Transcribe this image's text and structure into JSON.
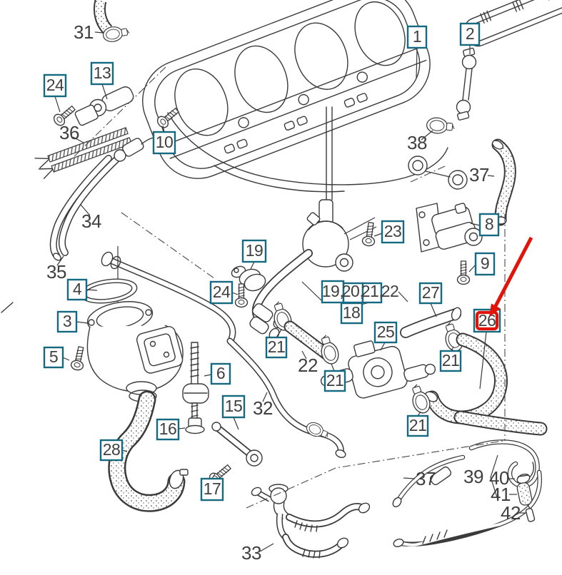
{
  "diagram": {
    "type": "exploded-parts-diagram",
    "subject": "engine intake manifold with throttle body, vacuum and breather hoses",
    "background": "#ffffff",
    "line_color": "#3a3a3a",
    "callout_box_color": "#156a82",
    "number_color": "#3f3f3f",
    "highlight": {
      "part": "26",
      "color": "#e01408",
      "marker": "red arrow pointing at boxed part number 26"
    }
  },
  "callouts": {
    "c1": {
      "label": "1"
    },
    "c2": {
      "label": "2"
    },
    "c3": {
      "label": "3"
    },
    "c4": {
      "label": "4"
    },
    "c5": {
      "label": "5"
    },
    "c6": {
      "label": "6"
    },
    "c8": {
      "label": "8"
    },
    "c9": {
      "label": "9"
    },
    "c10": {
      "label": "10"
    },
    "c13": {
      "label": "13"
    },
    "c15": {
      "label": "15"
    },
    "c16": {
      "label": "16"
    },
    "c17": {
      "label": "17"
    },
    "c18": {
      "label": "18"
    },
    "c19": {
      "label": "19"
    },
    "c21a": {
      "label": "21"
    },
    "c21b": {
      "label": "21"
    },
    "c21c": {
      "label": "21"
    },
    "c21d": {
      "label": "21"
    },
    "c23": {
      "label": "23"
    },
    "c24a": {
      "label": "24"
    },
    "c24b": {
      "label": "24"
    },
    "c25": {
      "label": "25"
    },
    "c26": {
      "label": "26"
    },
    "c27": {
      "label": "27"
    },
    "c28": {
      "label": "28"
    },
    "group": {
      "seg1": "19,",
      "seg2": "20,",
      "seg3": "21,",
      "seg4": "22"
    },
    "p22": {
      "label": "22"
    },
    "p31": {
      "label": "31"
    },
    "p32": {
      "label": "32"
    },
    "p33": {
      "label": "33"
    },
    "p34": {
      "label": "34"
    },
    "p35": {
      "label": "35"
    },
    "p36": {
      "label": "36"
    },
    "p37a": {
      "label": "37"
    },
    "p37b": {
      "label": "37"
    },
    "p38": {
      "label": "38"
    },
    "p39": {
      "label": "39"
    },
    "p40": {
      "label": "40"
    },
    "p41": {
      "label": "41"
    },
    "p42": {
      "label": "42"
    }
  }
}
